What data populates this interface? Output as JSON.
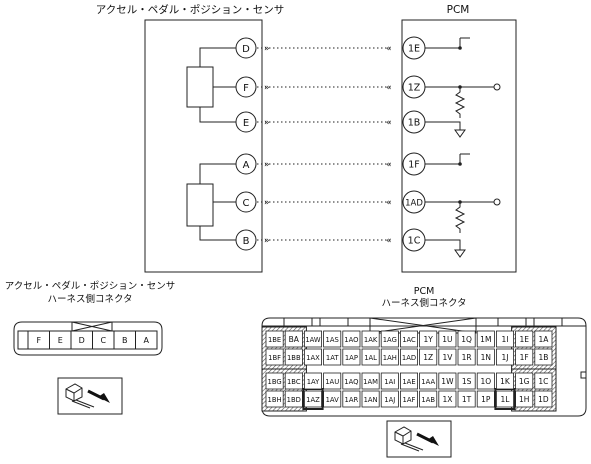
{
  "titles": {
    "sensor": "アクセル・ペダル・ポジション・センサ",
    "pcm": "PCM",
    "sensor_connector_line1": "アクセル・ペダル・ポジション・センサ",
    "sensor_connector_line2": "ハーネス側コネクタ",
    "pcm_connector_line1": "PCM",
    "pcm_connector_line2": "ハーネス側コネクタ"
  },
  "wires": [
    {
      "sensor_pin": "D",
      "pcm_pin": "1E"
    },
    {
      "sensor_pin": "F",
      "pcm_pin": "1Z"
    },
    {
      "sensor_pin": "E",
      "pcm_pin": "1B"
    },
    {
      "sensor_pin": "A",
      "pcm_pin": "1F"
    },
    {
      "sensor_pin": "C",
      "pcm_pin": "1AD"
    },
    {
      "sensor_pin": "B",
      "pcm_pin": "1C"
    }
  ],
  "sensor_connector_pins": [
    "F",
    "E",
    "D",
    "C",
    "B",
    "A"
  ],
  "pcm_connector_rows": [
    [
      "1BE",
      "BA",
      "1AW",
      "1AS",
      "1AO",
      "1AK",
      "1AG",
      "1AC",
      "1Y",
      "1U",
      "1Q",
      "1M",
      "1I",
      "1E",
      "1A"
    ],
    [
      "1BF",
      "1BB",
      "1AX",
      "1AT",
      "1AP",
      "1AL",
      "1AH",
      "1AD",
      "1Z",
      "1V",
      "1R",
      "1N",
      "1J",
      "1F",
      "1B"
    ],
    [
      "1BG",
      "1BC",
      "1AY",
      "1AU",
      "1AQ",
      "1AM",
      "1AI",
      "1AE",
      "1AA",
      "1W",
      "1S",
      "1O",
      "1K",
      "1G",
      "1C"
    ],
    [
      "1BH",
      "1BD",
      "1AZ",
      "1AV",
      "1AR",
      "1AN",
      "1AJ",
      "1AF",
      "1AB",
      "1X",
      "1T",
      "1P",
      "1L",
      "1H",
      "1D"
    ]
  ],
  "highlighted_pcm_pins": [
    "1E",
    "1Z",
    "1B",
    "1F",
    "1AD",
    "1C"
  ]
}
